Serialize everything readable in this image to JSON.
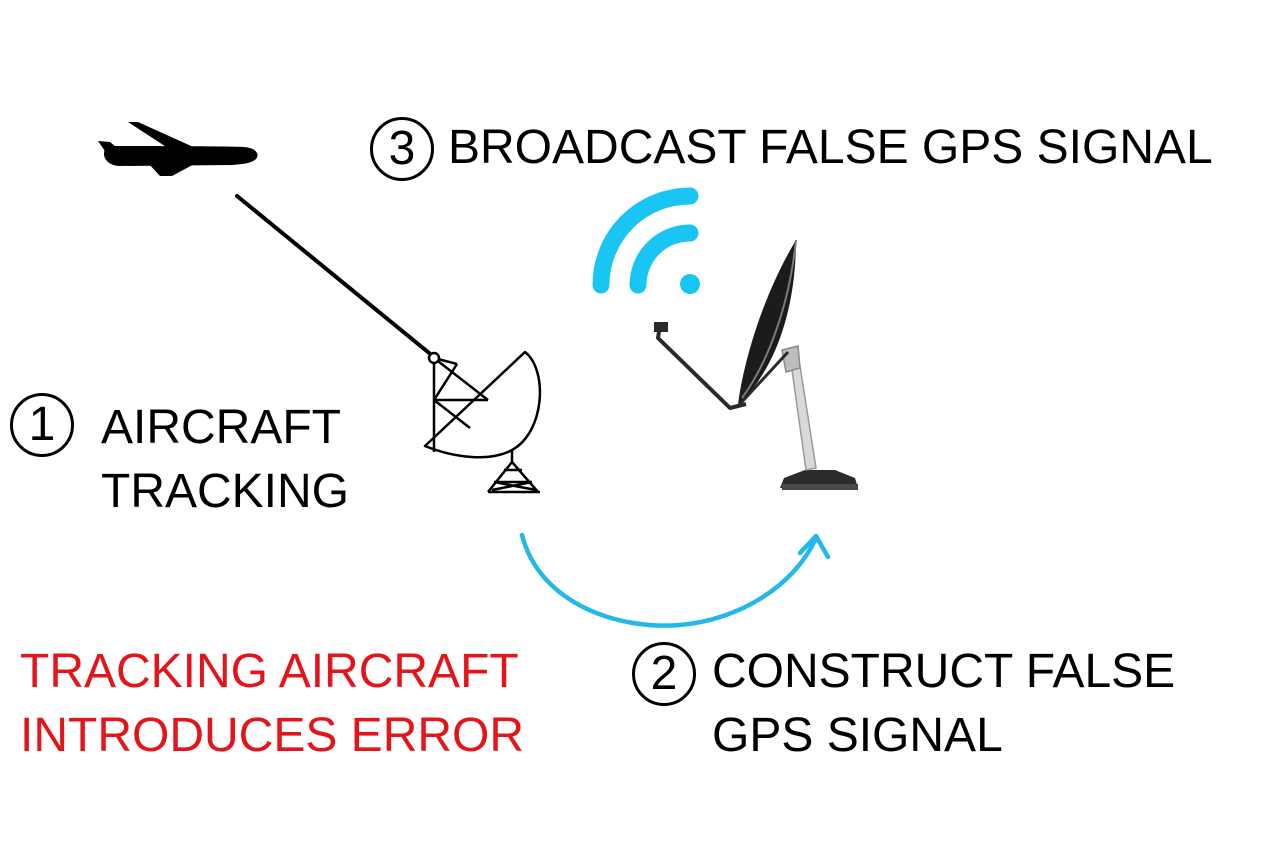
{
  "steps": [
    {
      "number": "1",
      "lines": [
        "AIRCRAFT",
        "TRACKING"
      ]
    },
    {
      "number": "2",
      "lines": [
        "CONSTRUCT FALSE",
        "GPS SIGNAL"
      ]
    },
    {
      "number": "3",
      "lines": [
        "BROADCAST FALSE GPS SIGNAL"
      ]
    }
  ],
  "warning": {
    "lines": [
      "TRACKING AIRCRAFT",
      "INTRODUCES ERROR"
    ]
  },
  "colors": {
    "text": "#000000",
    "warning": "#e4141b",
    "signal": "#19c5f2",
    "arrow": "#22b8ea"
  },
  "icons": [
    "airplane-icon",
    "tracking-dish-icon",
    "satellite-dish-icon",
    "wifi-signal-icon",
    "curved-arrow-icon"
  ]
}
